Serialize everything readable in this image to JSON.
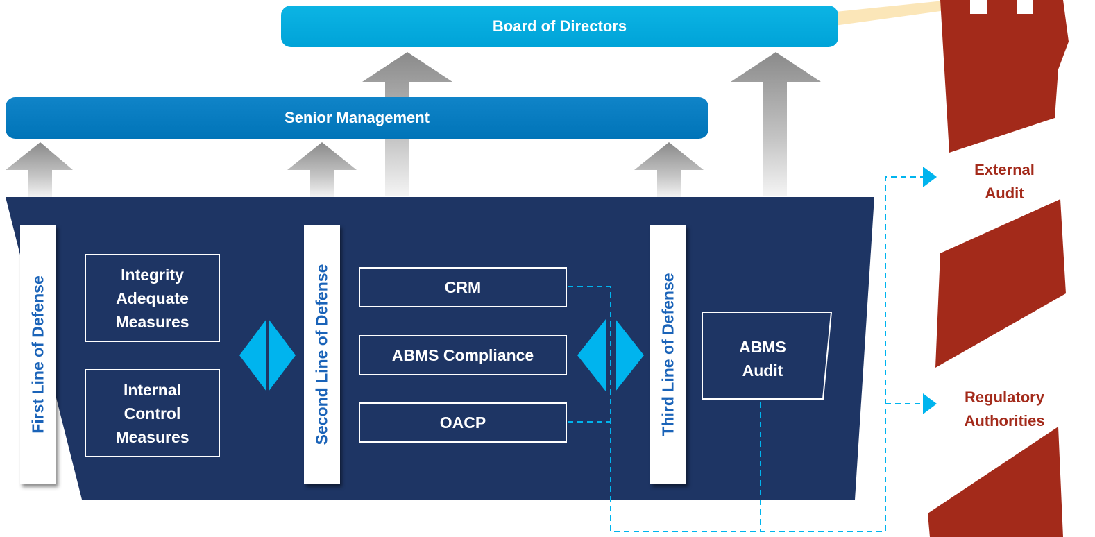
{
  "governance": {
    "board": "Board of Directors",
    "senior_management": "Senior Management"
  },
  "lines_of_defense": {
    "first": "First Line of Defense",
    "second": "Second Line of Defense",
    "third": "Third Line of Defense"
  },
  "first_line_boxes": [
    "Integrity\nAdequate\nMeasures",
    "Internal\nControl\nMeasures"
  ],
  "second_line_boxes": [
    "CRM",
    "ABMS Compliance",
    "OACP"
  ],
  "third_line_box": "ABMS\nAudit",
  "external": {
    "external_audit": "External\nAudit",
    "regulatory_authorities": "Regulatory\nAuthorities"
  },
  "colors": {
    "board": "#00aadd",
    "senior_management": "#0a7cc0",
    "funnel": "#1e3564",
    "accent_cyan": "#00b4ee",
    "external_red": "#a32a1a",
    "label_text_blue": "#1a63b8"
  }
}
